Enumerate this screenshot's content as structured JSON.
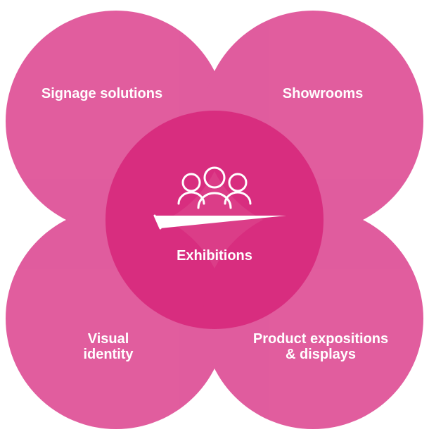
{
  "diagram": {
    "fill_color": "#de4f96",
    "overlap_color": "#d42a79",
    "center_color": "#d7287b",
    "circles": [
      {
        "id": "signage",
        "label_lines": [
          "Signage solutions"
        ]
      },
      {
        "id": "showrooms",
        "label_lines": [
          "Showrooms"
        ]
      },
      {
        "id": "visual",
        "label_lines": [
          "Visual",
          "identity"
        ]
      },
      {
        "id": "product",
        "label_lines": [
          "Product expositions",
          "& displays"
        ]
      }
    ],
    "center": {
      "label": "Exhibitions",
      "icon": "people-at-table-icon"
    }
  }
}
